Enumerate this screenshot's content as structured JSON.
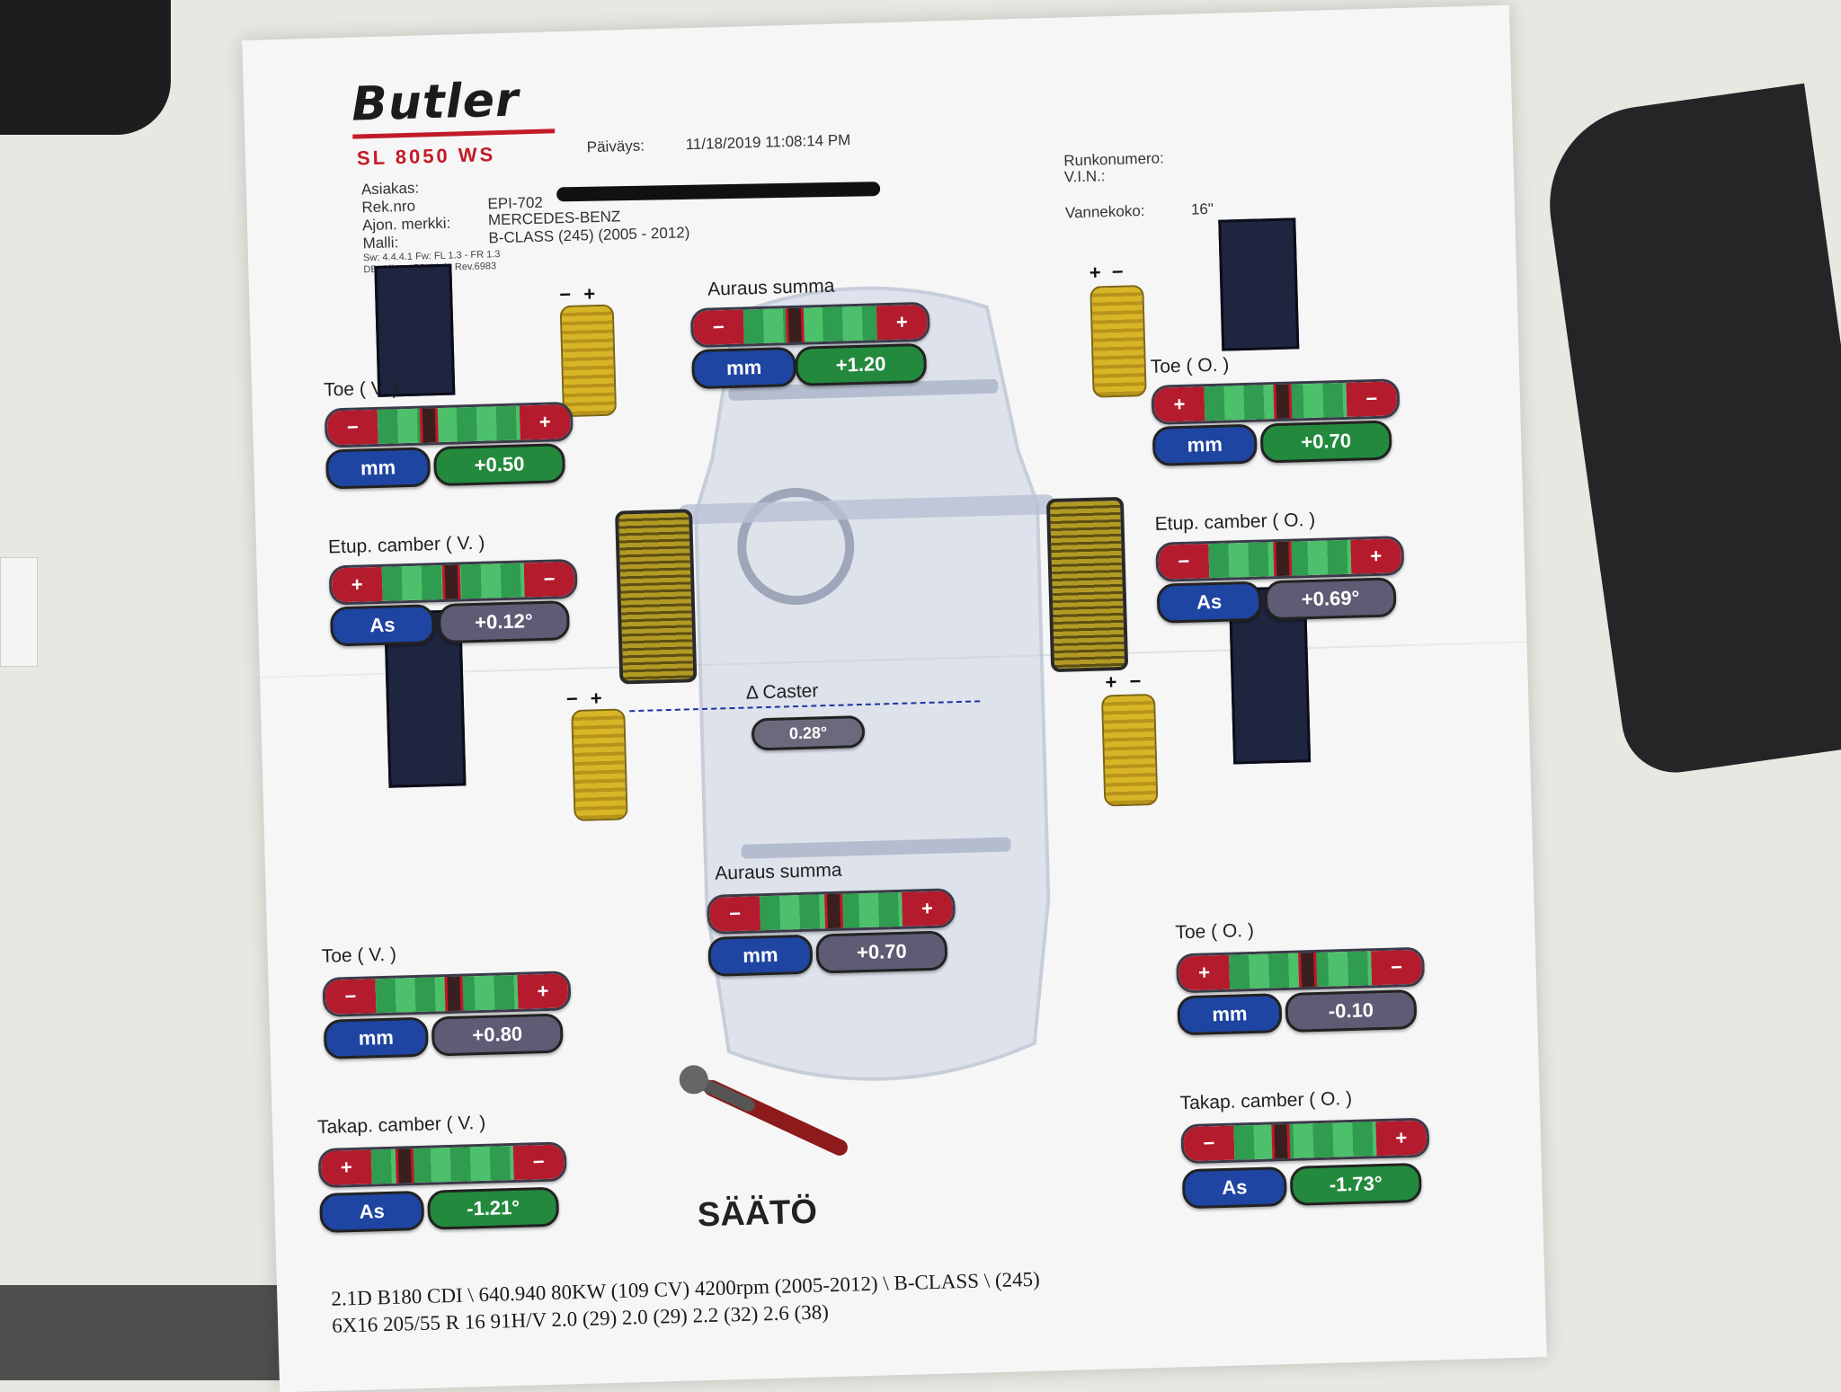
{
  "brand": {
    "logo": "Butler",
    "model": "SL 8050 WS"
  },
  "header": {
    "date_label": "Päiväys:",
    "date_value": "11/18/2019  11:08:14 PM",
    "customer_label": "Asiakas:",
    "reg_label": "Rek.nro",
    "reg_value": "EPI-702",
    "make_label": "Ajon. merkki:",
    "make_value": "MERCEDES-BENZ",
    "model_label": "Malli:",
    "model_value": "B-CLASS (245) (2005 - 2012)",
    "sw_line": "Sw: 4.4.4.1  Fw: FL 1.3 - FR 1.3",
    "db_line": "DB: AlignerS9_Main Rev.6983",
    "frame_label": "Runkonumero:",
    "vin_label": "V.I.N.:",
    "rim_label": "Vannekoko:",
    "rim_value": "16\""
  },
  "front": {
    "total_toe": {
      "label": "Auraus summa",
      "unit": "mm",
      "value": "+1.20"
    },
    "toe_left": {
      "label": "Toe ( V. )",
      "unit": "mm",
      "value": "+0.50"
    },
    "toe_right": {
      "label": "Toe ( O. )",
      "unit": "mm",
      "value": "+0.70"
    },
    "camber_left": {
      "label": "Etup. camber ( V. )",
      "unit": "As",
      "value": "+0.12°"
    },
    "camber_right": {
      "label": "Etup. camber ( O. )",
      "unit": "As",
      "value": "+0.69°"
    },
    "caster": {
      "label": "Δ Caster",
      "value": "0.28°"
    }
  },
  "rear": {
    "total_toe": {
      "label": "Auraus summa",
      "unit": "mm",
      "value": "+0.70"
    },
    "toe_left": {
      "label": "Toe ( V. )",
      "unit": "mm",
      "value": "+0.80"
    },
    "toe_right": {
      "label": "Toe ( O. )",
      "unit": "mm",
      "value": "-0.10"
    },
    "camber_left": {
      "label": "Takap. camber ( V. )",
      "unit": "As",
      "value": "-1.21°"
    },
    "camber_right": {
      "label": "Takap. camber ( O. )",
      "unit": "As",
      "value": "-1.73°"
    }
  },
  "signs": {
    "plus": "+",
    "minus": "−"
  },
  "action": "SÄÄTÖ",
  "footer": {
    "line1": "2.1D B180 CDI \\ 640.940  80KW (109 CV) 4200rpm  (2005-2012) \\ B-CLASS \\ (245)",
    "line2": "6X16 205/55 R 16 91H/V 2.0 (29) 2.0 (29) 2.2 (32) 2.6 (38)"
  },
  "colors": {
    "red": "#b41c2e",
    "green": "#238a3d",
    "blue": "#1f45a2",
    "gray": "#5d5c74"
  }
}
